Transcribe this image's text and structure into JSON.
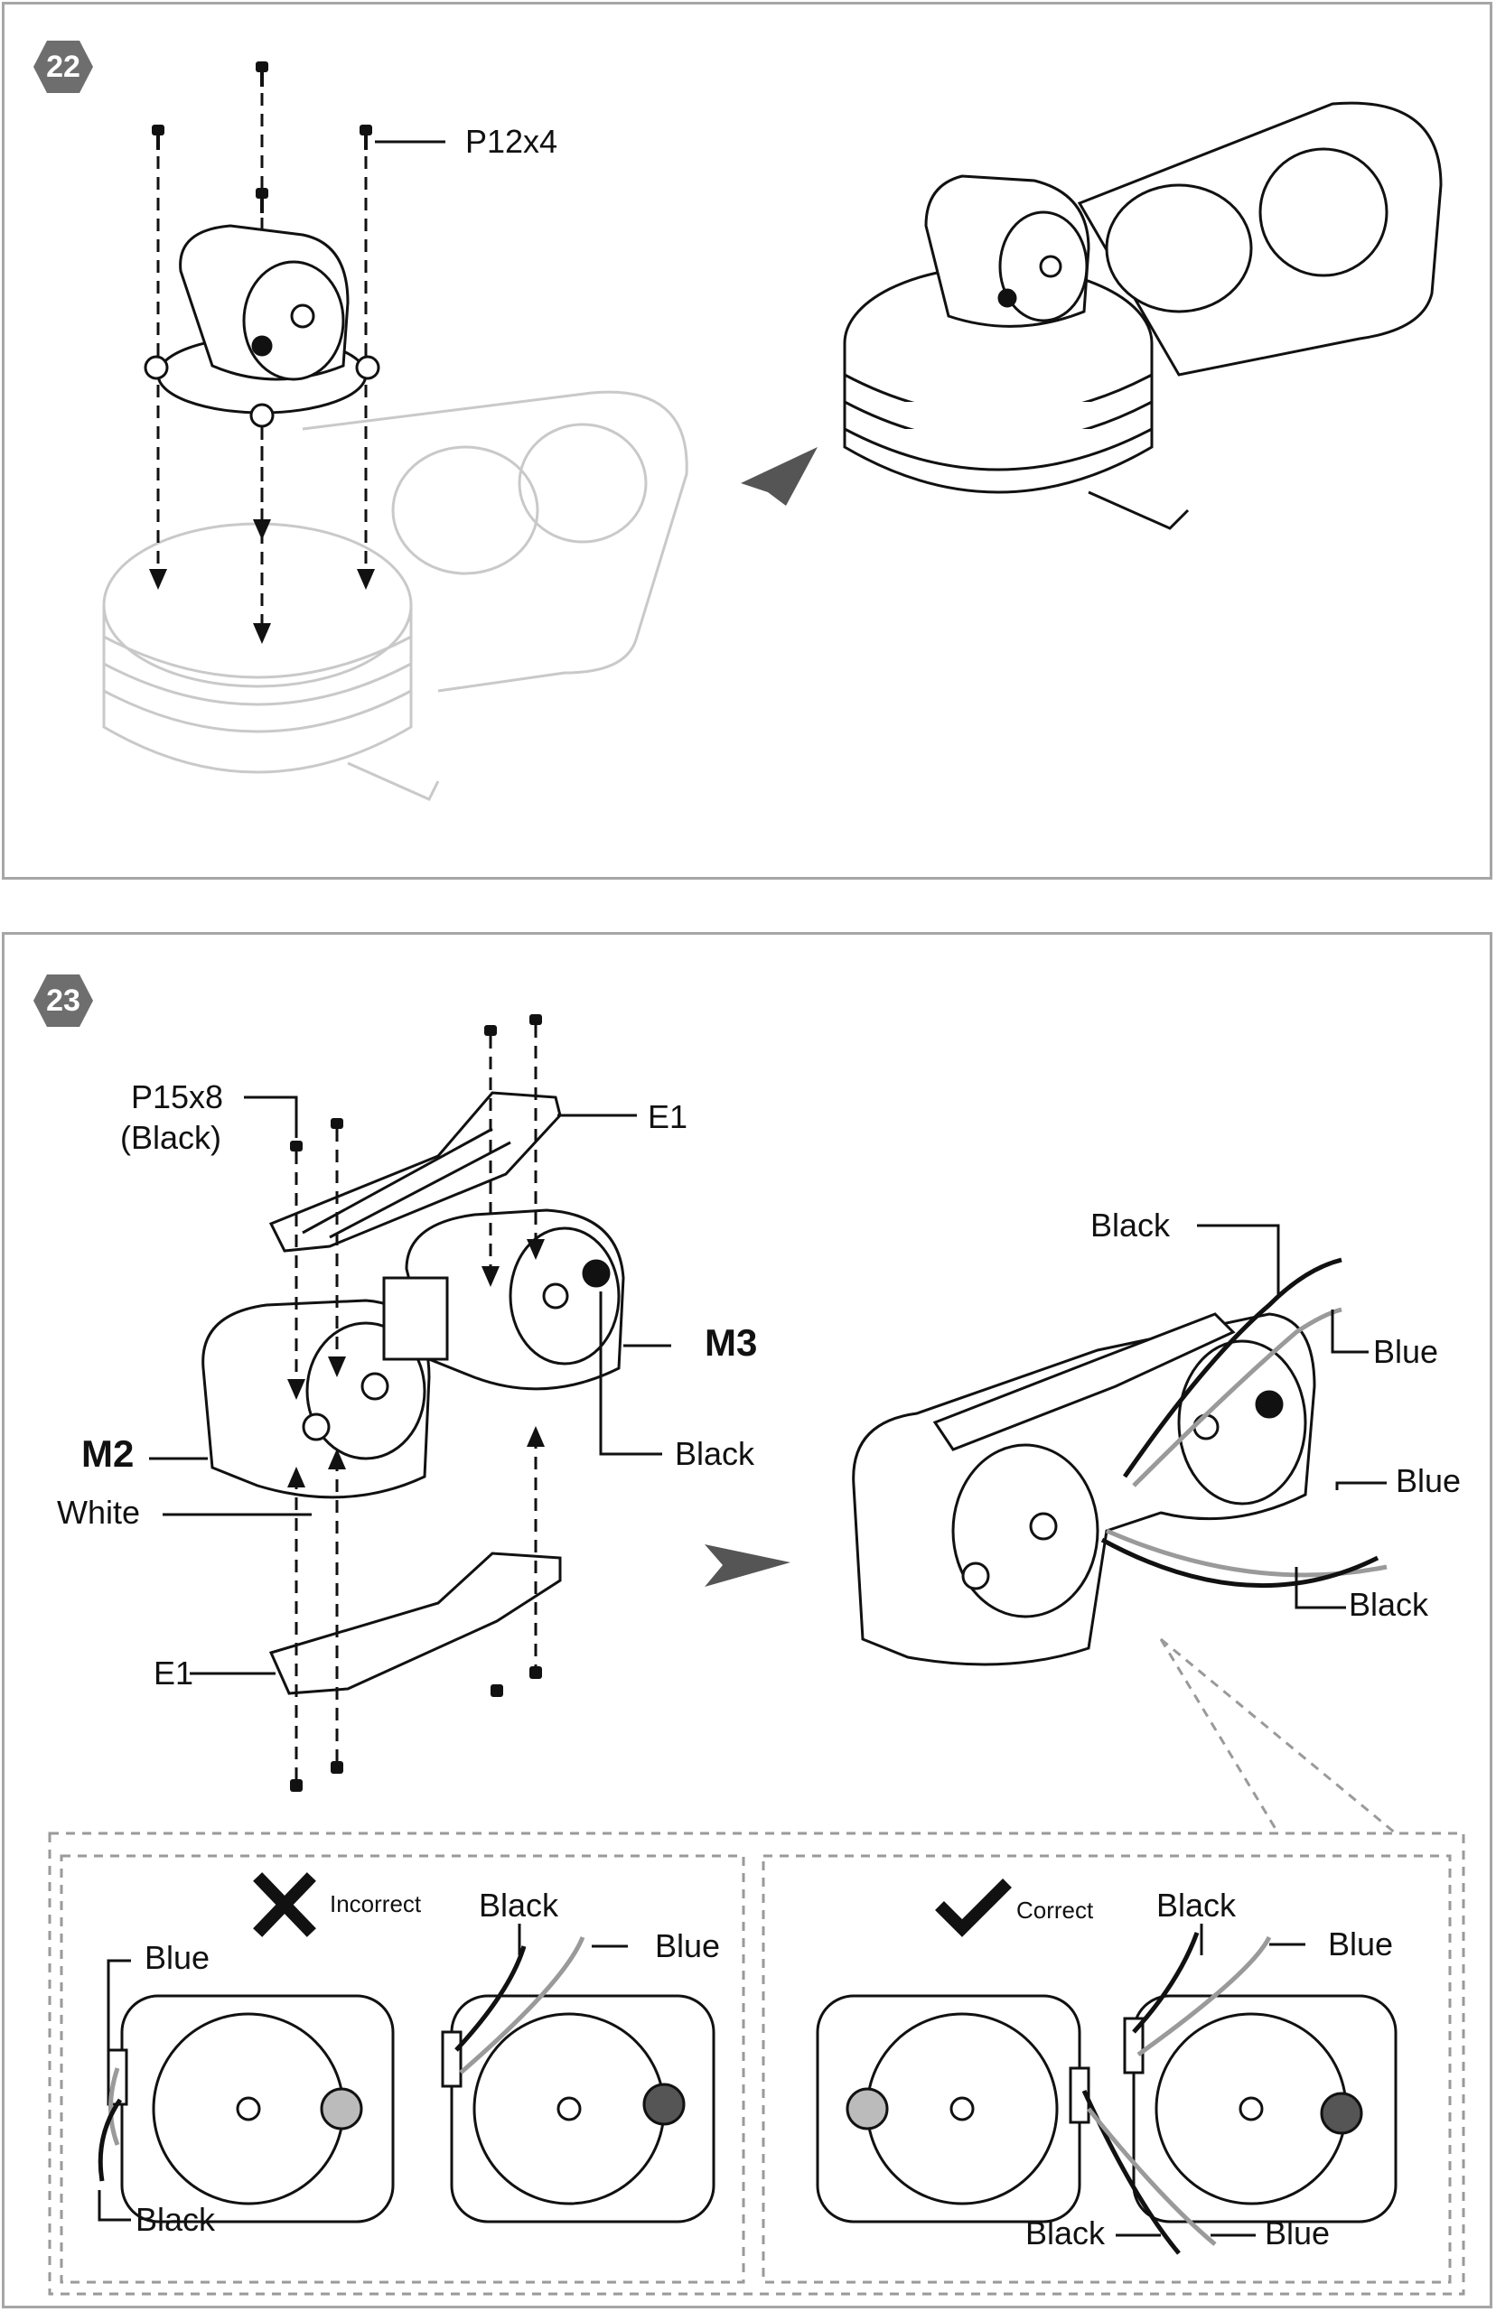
{
  "steps": {
    "step22": {
      "number": "22",
      "screw_label": "P12x4"
    },
    "step23": {
      "number": "23",
      "screw_label_line1": "P15x8",
      "screw_label_line2": "(Black)",
      "bracket_top": "E1",
      "bracket_bottom": "E1",
      "motor_left": "M2",
      "motor_right": "M3",
      "gear_left": "White",
      "gear_right": "Black",
      "result_wires": [
        "Black",
        "Blue",
        "Blue",
        "Black"
      ],
      "incorrect": {
        "label": "Incorrect",
        "left_wires": [
          "Blue",
          "Black"
        ],
        "right_wires": [
          "Black",
          "Blue"
        ]
      },
      "correct": {
        "label": "Correct",
        "top_wires": [
          "Black",
          "Blue"
        ],
        "bottom_wires": [
          "Black",
          "Blue"
        ]
      }
    }
  },
  "colors": {
    "badge": "#6e6e6e",
    "frame": "#a6a6a6",
    "arrow": "#555555",
    "wire_blue": "#9a9a9a",
    "wire_black": "#111111"
  }
}
